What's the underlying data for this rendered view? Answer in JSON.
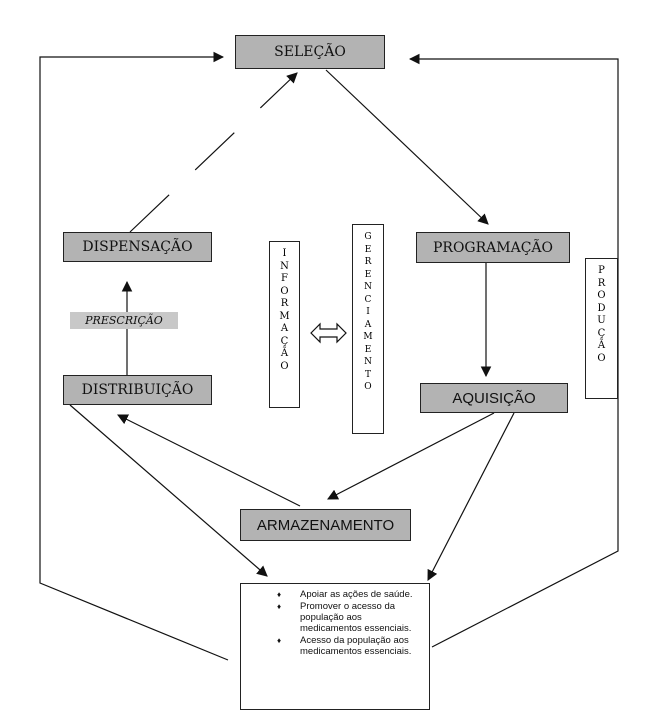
{
  "nodes": {
    "selecao": "SELEÇÃO",
    "programacao": "PROGRAMAÇÃO",
    "aquisicao": "AQUISIÇÃO",
    "armazenamento": "ARMAZENAMENTO",
    "distribuicao": "DISTRIBUIÇÃO",
    "dispensacao": "DISPENSAÇÃO"
  },
  "prescricao_label": "PRESCRIÇÃO",
  "vertical_labels": {
    "informacao": [
      "I",
      "N",
      "F",
      "O",
      "R",
      "M",
      "A",
      "Ç",
      "Ã",
      "O"
    ],
    "gerenciamento": [
      "G",
      "E",
      "R",
      "E",
      "N",
      "C",
      "I",
      "A",
      "M",
      "E",
      "N",
      "T",
      "O"
    ],
    "producao": [
      "P",
      "R",
      "O",
      "D",
      "U",
      "Ç",
      "Ã",
      "O"
    ]
  },
  "goals_bullet": "♦",
  "goals": [
    "Apoiar as ações de saúde.",
    "Promover o acesso da população aos medicamentos essenciais.",
    "Acesso da população aos medicamentos essenciais."
  ]
}
